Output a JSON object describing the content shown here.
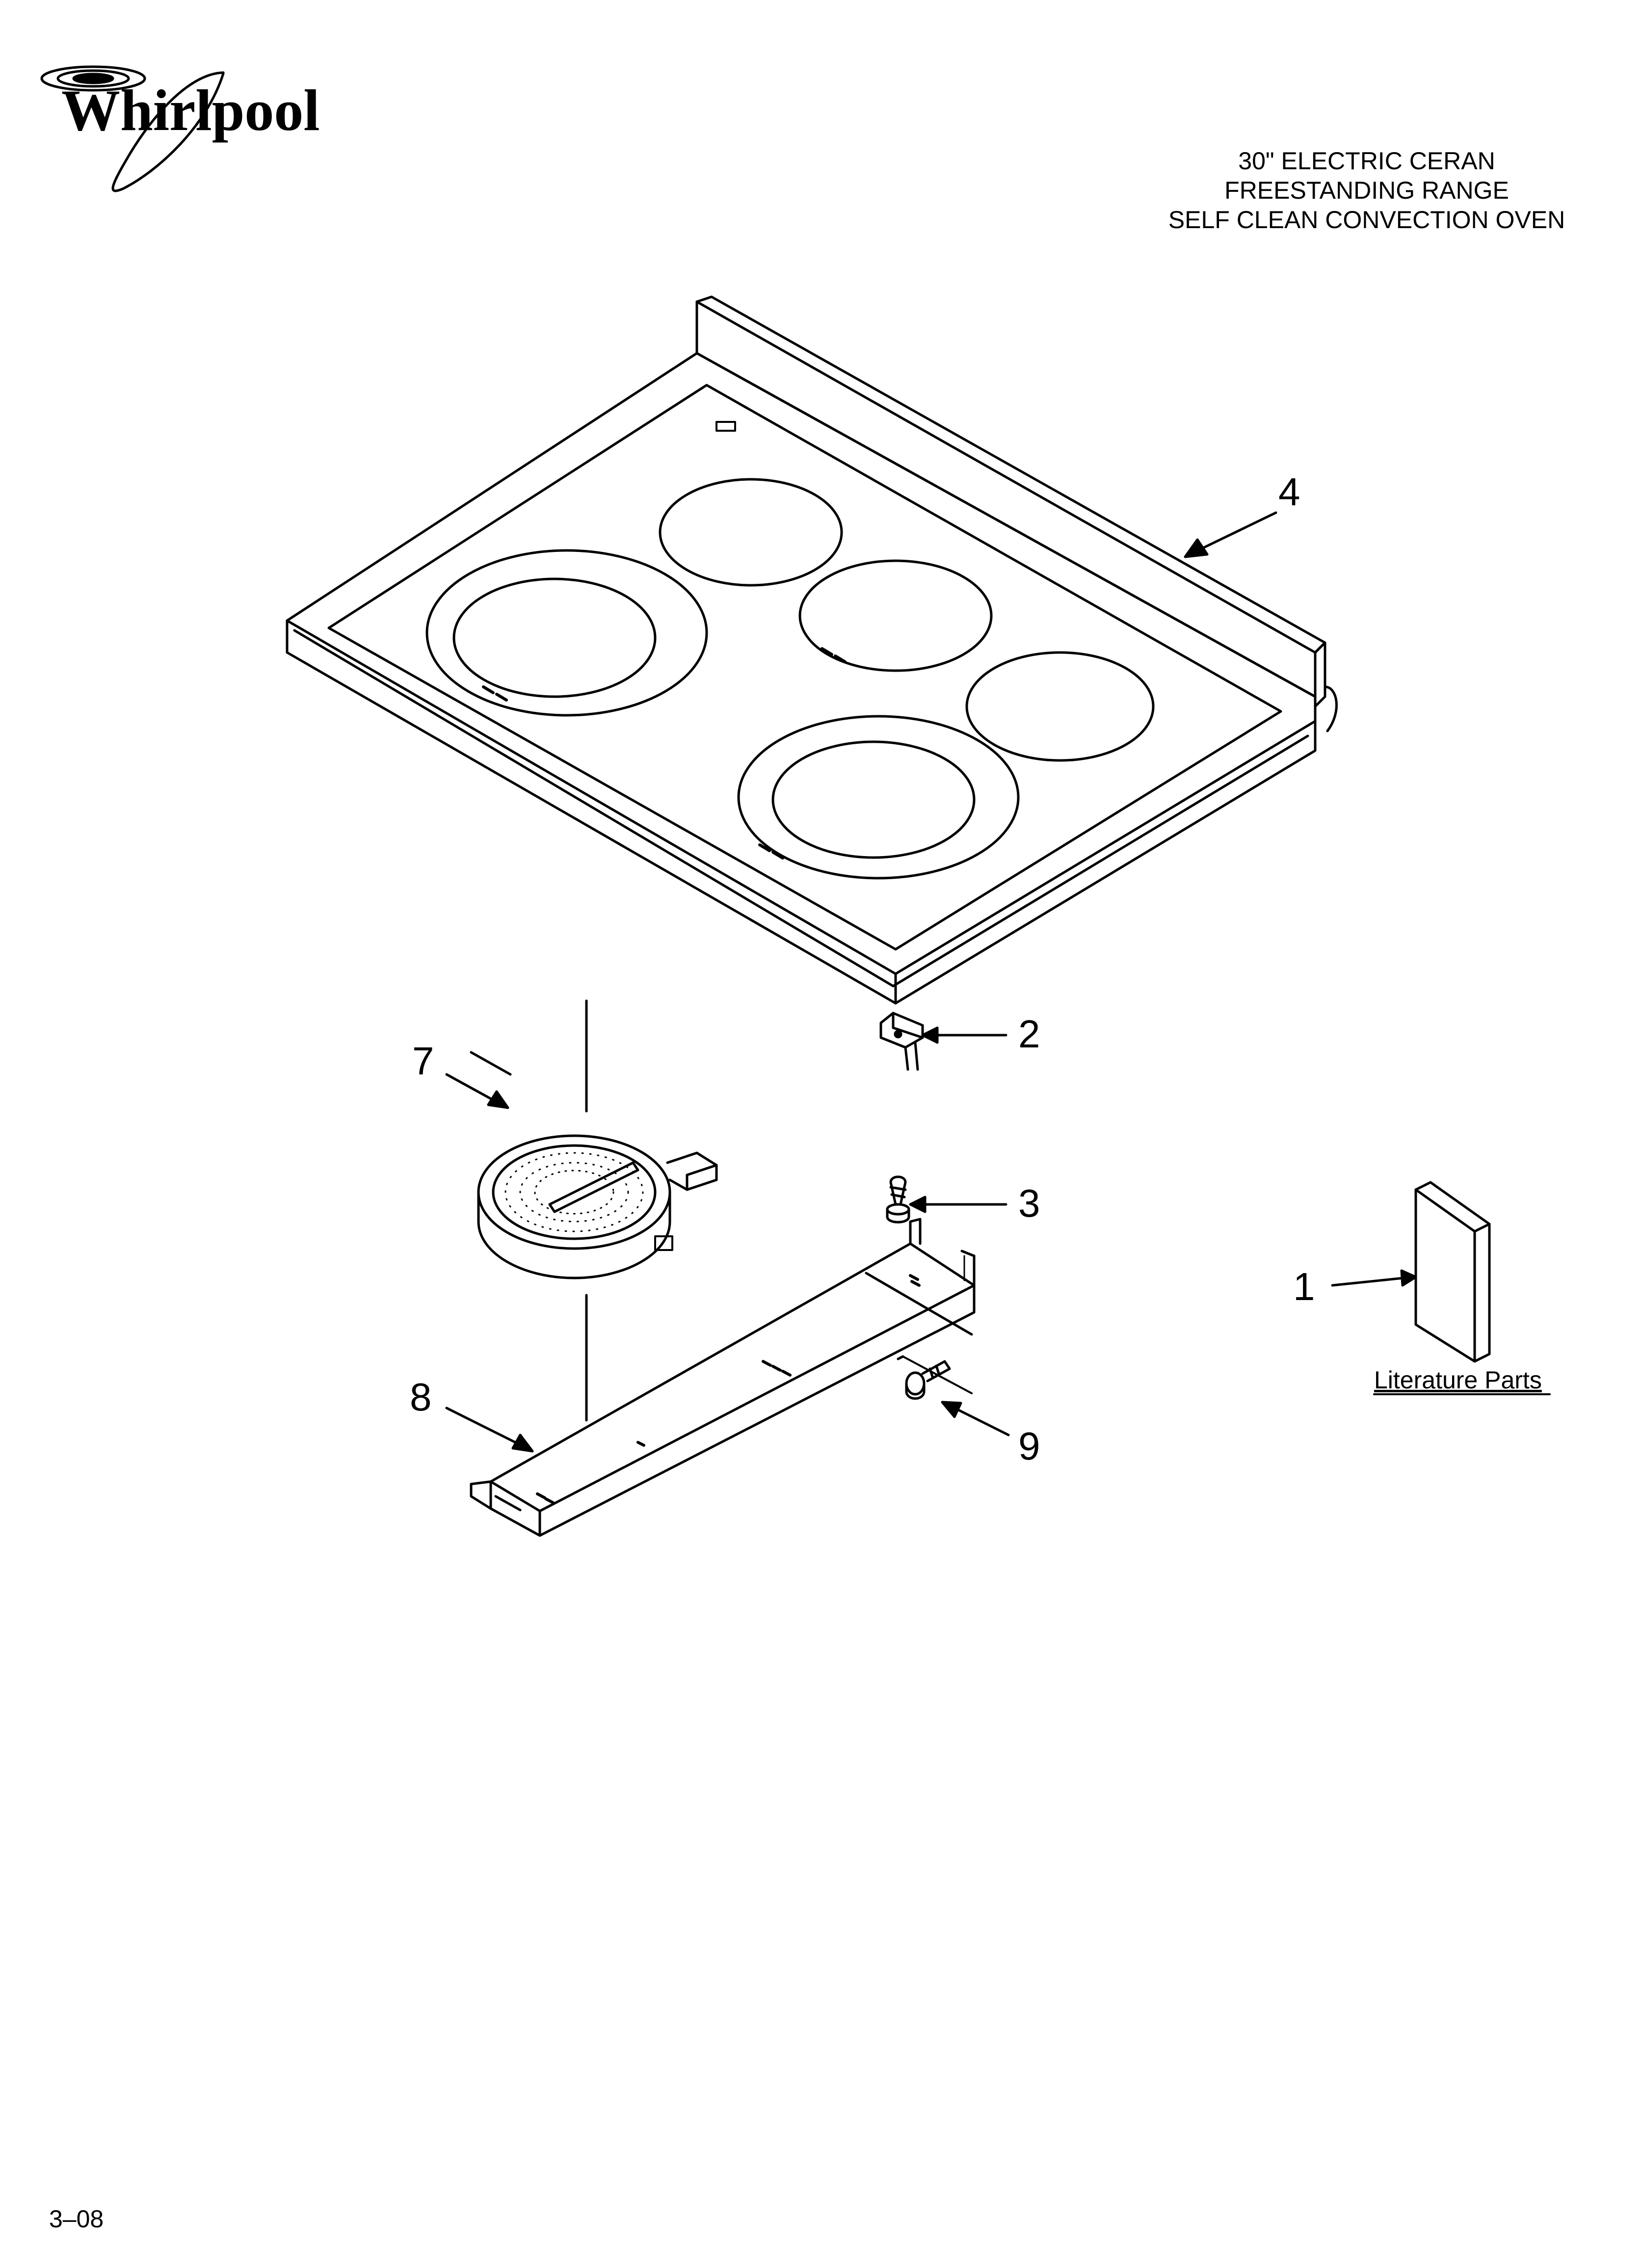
{
  "brand": {
    "name": "Whirlpool"
  },
  "title": {
    "lines": [
      "30\" ELECTRIC CERAN",
      "FREESTANDING RANGE",
      "SELF CLEAN CONVECTION OVEN"
    ]
  },
  "callouts": {
    "c1": "1",
    "c2": "2",
    "c3": "3",
    "c4": "4",
    "c7": "7",
    "c8": "8",
    "c9": "9"
  },
  "literature_label": "Literature Parts",
  "page_number": "3–08",
  "colors": {
    "ink": "#000000",
    "paper": "#ffffff"
  }
}
